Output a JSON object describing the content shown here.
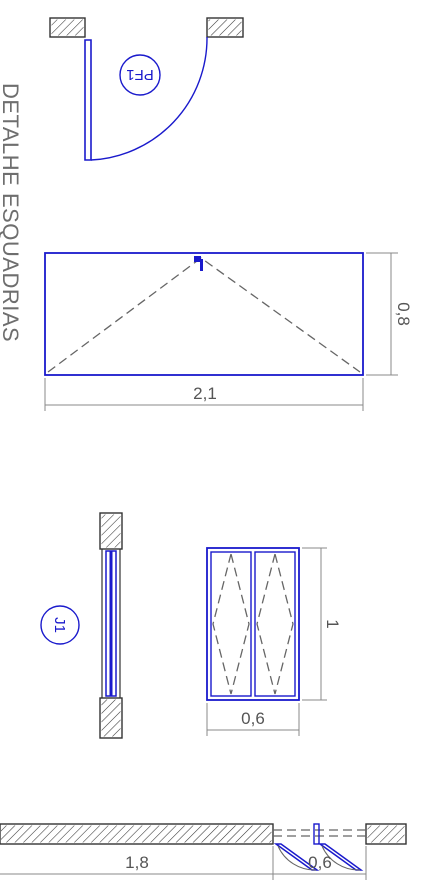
{
  "title": "DETALHE ESQUADRIAS",
  "door": {
    "tag": "PF1",
    "width_label": "2,1",
    "height_label": "0,8"
  },
  "window": {
    "tag": "J1",
    "width_label": "0,6",
    "height_label": "1"
  },
  "bottom_wall": {
    "wall_label": "1,8",
    "opening_label": "0,6"
  },
  "colors": {
    "element_blue": "#1a1acc",
    "wall_stroke": "#333333",
    "dimension_gray": "#888888",
    "text_gray": "#6e6e6e"
  }
}
